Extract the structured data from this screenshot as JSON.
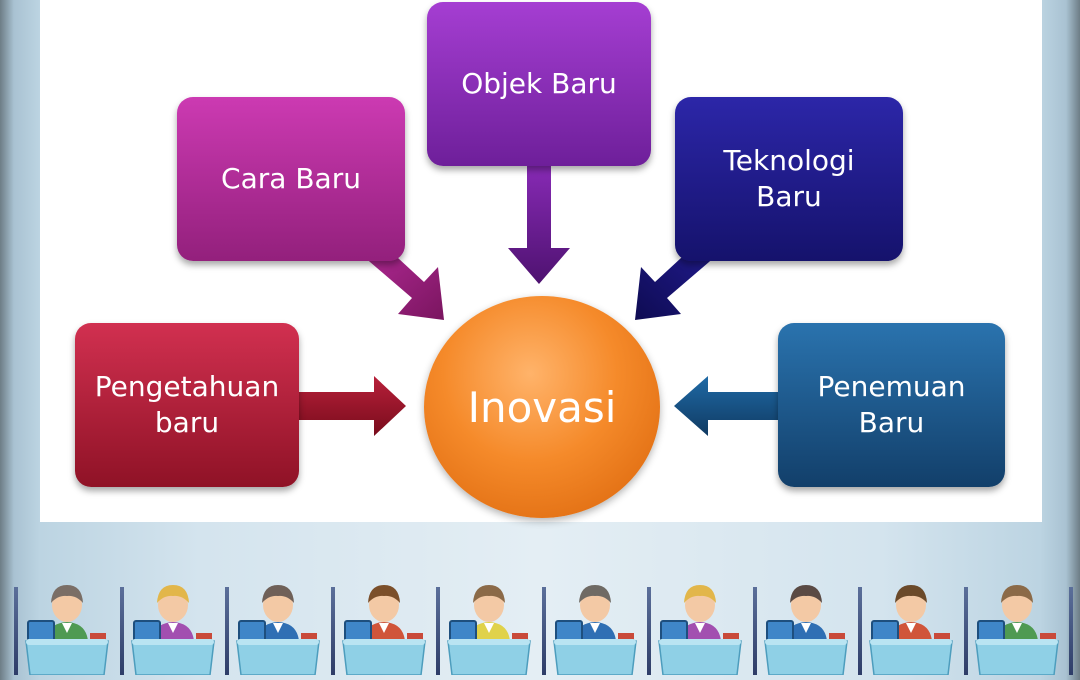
{
  "diagram": {
    "center": "Inovasi",
    "nodes": [
      {
        "id": "objek",
        "label": "Objek Baru",
        "color": "#8b2fbf"
      },
      {
        "id": "cara",
        "label": "Cara Baru",
        "color": "#b52c9f"
      },
      {
        "id": "teknologi",
        "label": "Teknologi\nBaru",
        "color": "#1f1a8c"
      },
      {
        "id": "pengetahuan",
        "label": "Pengetahuan\nbaru",
        "color": "#b51e38"
      },
      {
        "id": "penemuan",
        "label": "Penemuan\nBaru",
        "color": "#1d5a8f"
      }
    ],
    "center_color": "#f07f1c"
  },
  "footer": {
    "icons": [
      "user-at-computer-icon",
      "user-at-computer-icon",
      "user-at-computer-icon",
      "user-at-computer-icon",
      "user-at-computer-icon",
      "user-at-computer-icon",
      "user-at-computer-icon",
      "user-at-computer-icon",
      "user-at-computer-icon",
      "user-at-computer-icon"
    ]
  }
}
